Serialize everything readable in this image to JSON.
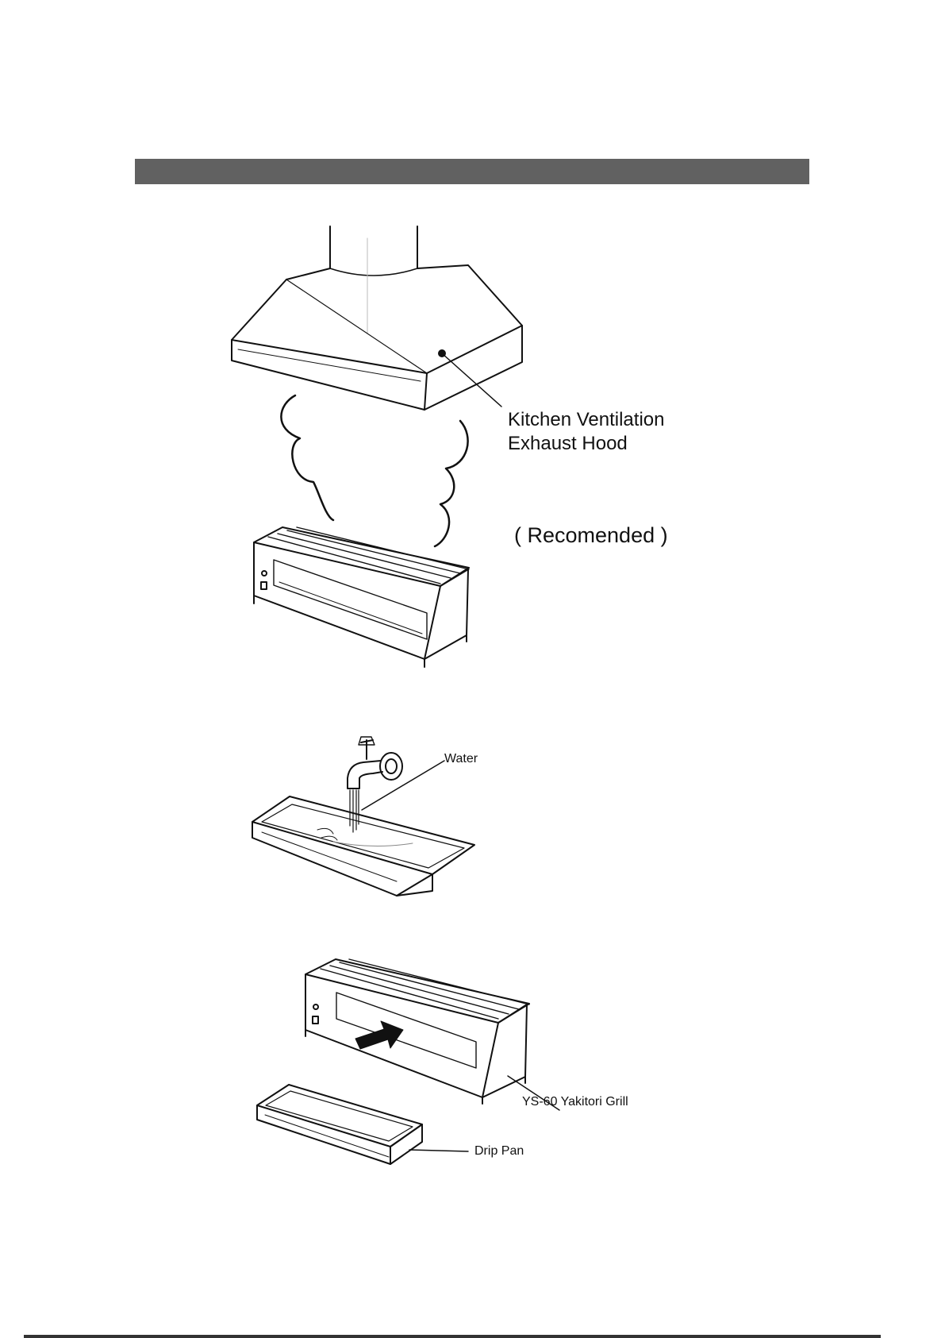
{
  "labels": {
    "hood_line1": "Kitchen Ventilation",
    "hood_line2": "Exhaust Hood",
    "recommended": "( Recomended )",
    "water": "Water",
    "grill": "YS-60  Yakitori Grill",
    "drip_pan": "Drip Pan"
  },
  "colors": {
    "header_bar": "#616161",
    "line": "#111111"
  },
  "icons": [
    "exhaust-hood-icon",
    "smoke-icon",
    "yakitori-grill-icon",
    "water-faucet-icon",
    "drip-pan-icon",
    "insert-arrow-icon"
  ]
}
